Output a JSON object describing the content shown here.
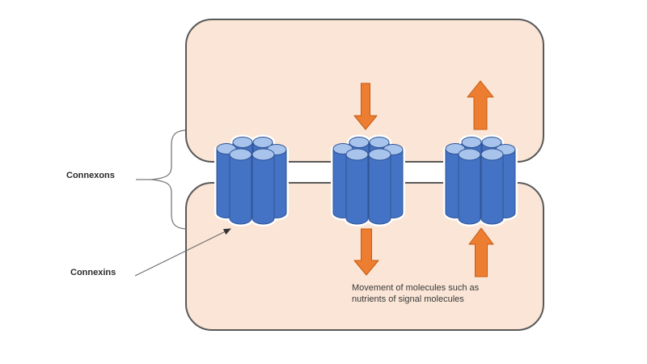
{
  "diagram": {
    "type": "gap-junction-cell-diagram",
    "labels": {
      "connexons": "Connexons",
      "connexins": "Connexins",
      "movement_line1": "Movement of molecules such as",
      "movement_line2": "nutrients of signal molecules"
    },
    "icons": [
      {
        "name": "down-arrow-icon-top",
        "meaning": "molecule flow downward into gap junction"
      },
      {
        "name": "up-arrow-icon-top",
        "meaning": "molecule flow upward out of gap junction"
      },
      {
        "name": "down-arrow-icon-bottom",
        "meaning": "molecule flow downward out of gap junction"
      },
      {
        "name": "up-arrow-icon-bottom",
        "meaning": "molecule flow upward into gap junction"
      },
      {
        "name": "curly-brace-icon",
        "meaning": "brace grouping the connexon region"
      },
      {
        "name": "leader-arrow-icon",
        "meaning": "pointer from Connexins label to a connexin subunit"
      }
    ],
    "shapes": {
      "membranes": 2,
      "connexons": 3,
      "cylinders_per_connexon": 6
    },
    "colors": {
      "background": "#FFFFFF",
      "membrane_fill": "#FAE5D6",
      "membrane_stroke": "#595959",
      "cylinder_body": "#4472C4",
      "cylinder_cap": "#A9C4EC",
      "cylinder_stroke": "#2F5496",
      "arrow_fill": "#ED7D31",
      "arrow_stroke": "#C55A11",
      "leader_stroke": "#7A7A7A",
      "text_color": "#2B2B2B",
      "caption_color": "#3A3A3A"
    }
  }
}
